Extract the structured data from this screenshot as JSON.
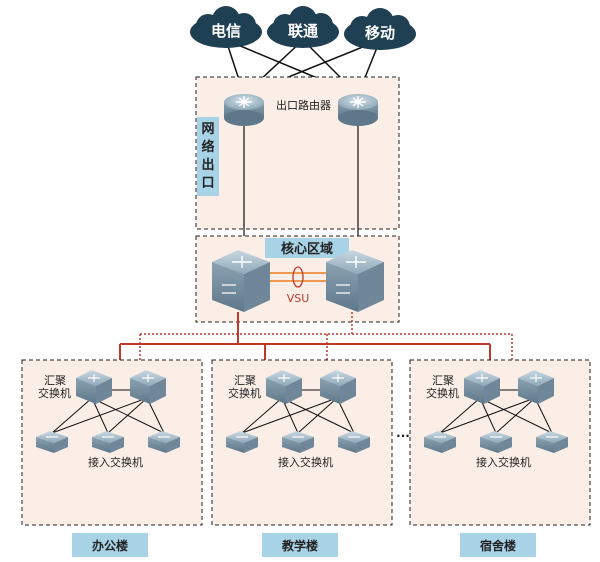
{
  "isps": [
    "电信",
    "联通",
    "移动"
  ],
  "egress": {
    "zone_label": "网络出口",
    "router_label": "出口路由器"
  },
  "core": {
    "title": "核心区域",
    "vsu_label": "VSU"
  },
  "buildings": [
    {
      "name": "办公楼",
      "agg_label_line1": "汇聚",
      "agg_label_line2": "交换机",
      "access_label": "接入交换机"
    },
    {
      "name": "教学楼",
      "agg_label_line1": "汇聚",
      "agg_label_line2": "交换机",
      "access_label": "接入交换机"
    },
    {
      "name": "宿舍楼",
      "agg_label_line1": "汇聚",
      "agg_label_line2": "交换机",
      "access_label": "接入交换机"
    }
  ],
  "ellipsis": "···",
  "colors": {
    "cloud": "#1f3f52",
    "zone_fill": "#fbeee6",
    "label_fill": "#a8d2e6",
    "uplink": "#c0392b",
    "device": "#8fa8b8"
  }
}
